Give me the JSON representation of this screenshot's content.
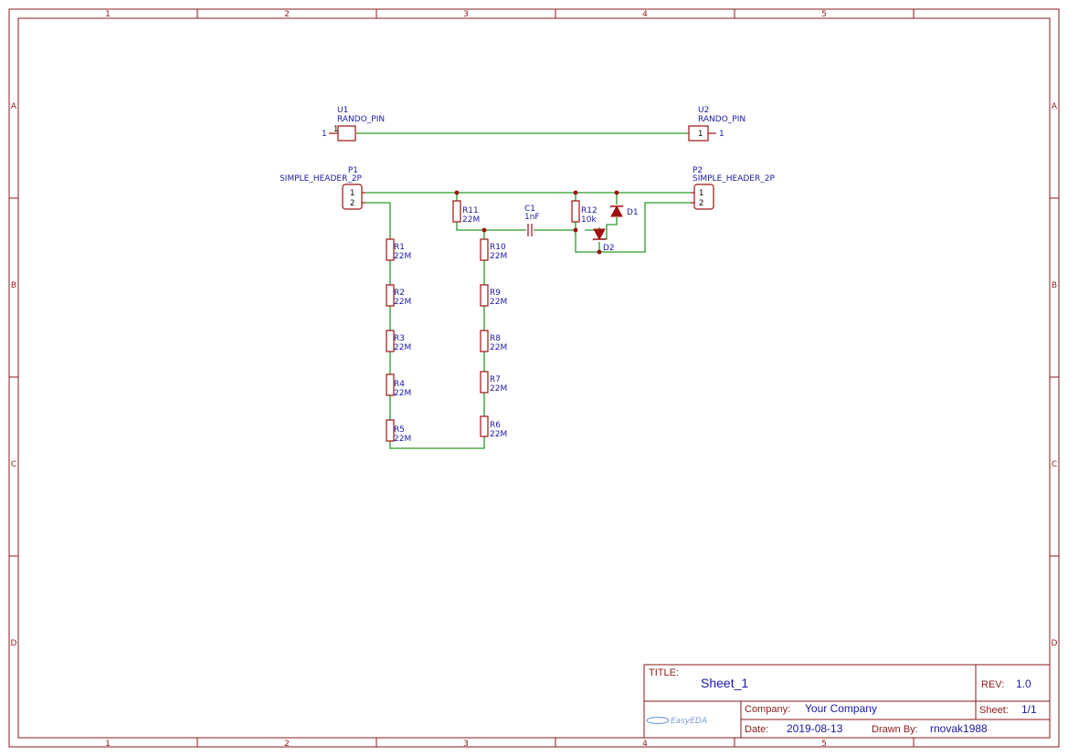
{
  "sheet": {
    "zones_columns": [
      "1",
      "2",
      "3",
      "4",
      "5"
    ],
    "zones_rows": [
      "A",
      "B",
      "C",
      "D"
    ]
  },
  "parts": {
    "u1": {
      "ref": "U1",
      "value": "RANDO_PIN",
      "pin": "1",
      "net": "1"
    },
    "u2": {
      "ref": "U2",
      "value": "RANDO_PIN",
      "pin": "1",
      "net": "1"
    },
    "p1": {
      "ref": "P1",
      "value": "SIMPLE_HEADER_2P",
      "pins": [
        "1",
        "2"
      ]
    },
    "p2": {
      "ref": "P2",
      "value": "SIMPLE_HEADER_2P",
      "pins": [
        "1",
        "2"
      ]
    },
    "resistors": [
      {
        "ref": "R1",
        "value": "22M"
      },
      {
        "ref": "R2",
        "value": "22M"
      },
      {
        "ref": "R3",
        "value": "22M"
      },
      {
        "ref": "R4",
        "value": "22M"
      },
      {
        "ref": "R5",
        "value": "22M"
      },
      {
        "ref": "R6",
        "value": "22M"
      },
      {
        "ref": "R7",
        "value": "22M"
      },
      {
        "ref": "R8",
        "value": "22M"
      },
      {
        "ref": "R9",
        "value": "22M"
      },
      {
        "ref": "R10",
        "value": "22M"
      },
      {
        "ref": "R11",
        "value": "22M"
      },
      {
        "ref": "R12",
        "value": "10k"
      }
    ],
    "c1": {
      "ref": "C1",
      "value": "1nF"
    },
    "d1": {
      "ref": "D1"
    },
    "d2": {
      "ref": "D2"
    }
  },
  "title_block": {
    "title_label": "TITLE:",
    "title": "Sheet_1",
    "rev_label": "REV:",
    "rev": "1.0",
    "company_label": "Company:",
    "company": "Your Company",
    "sheet_label": "Sheet:",
    "sheet": "1/1",
    "date_label": "Date:",
    "date": "2019-08-13",
    "drawn_label": "Drawn By:",
    "drawn_by": "rnovak1988",
    "logo": "EasyEDA"
  },
  "colors": {
    "frame": "#8b1a1a",
    "wire": "#2a9a2a",
    "component": "#a01010",
    "label": "#1a1aa0"
  }
}
